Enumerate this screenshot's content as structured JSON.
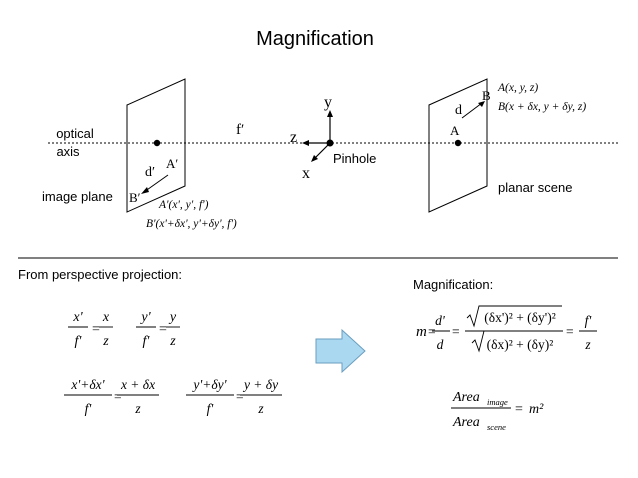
{
  "title": "Magnification",
  "diagram": {
    "optical_axis_line1": "optical",
    "optical_axis_line2": "axis",
    "image_plane": "image plane",
    "planar_scene": "planar scene",
    "pinhole": "Pinhole",
    "f_prime": "f′",
    "d_prime": "d′",
    "A_prime": "A′",
    "B_prime": "B′",
    "d": "d",
    "A": "A",
    "B": "B",
    "axis_y": "y",
    "axis_z": "z",
    "axis_x": "x",
    "A_prime_coords": "A'(x', y', f')",
    "B_prime_coords": "B'(x'+δx', y'+δy', f')",
    "A_coords": "A(x, y, z)",
    "B_coords": "B(x + δx, y + δy, z)"
  },
  "left_section": {
    "heading": "From perspective projection:",
    "eq1_lhs_num": "x'",
    "eq1_lhs_den": "f'",
    "eq1_rhs_num": "x",
    "eq1_rhs_den": "z",
    "eq2_lhs_num": "y'",
    "eq2_lhs_den": "f'",
    "eq2_rhs_num": "y",
    "eq2_rhs_den": "z",
    "eq3_lhs_num": "x'+δx'",
    "eq3_lhs_den": "f'",
    "eq3_rhs_num": "x + δx",
    "eq3_rhs_den": "z",
    "eq4_lhs_num": "y'+δy'",
    "eq4_lhs_den": "f'",
    "eq4_rhs_num": "y + δy",
    "eq4_rhs_den": "z",
    "equals": "="
  },
  "right_section": {
    "heading": "Magnification:",
    "m": "m",
    "d_prime": "d'",
    "d": "d",
    "num_expr": "(δx')² + (δy')²",
    "den_expr": "(δx)² + (δy)²",
    "f_prime": "f'",
    "z": "z",
    "area": "Area",
    "sub_image": "image",
    "sub_scene": "scene",
    "m_squared": "m²",
    "equals": "="
  },
  "colors": {
    "text": "#000000",
    "arrow_fill": "#aad8f0",
    "arrow_stroke": "#6a9ec0"
  }
}
